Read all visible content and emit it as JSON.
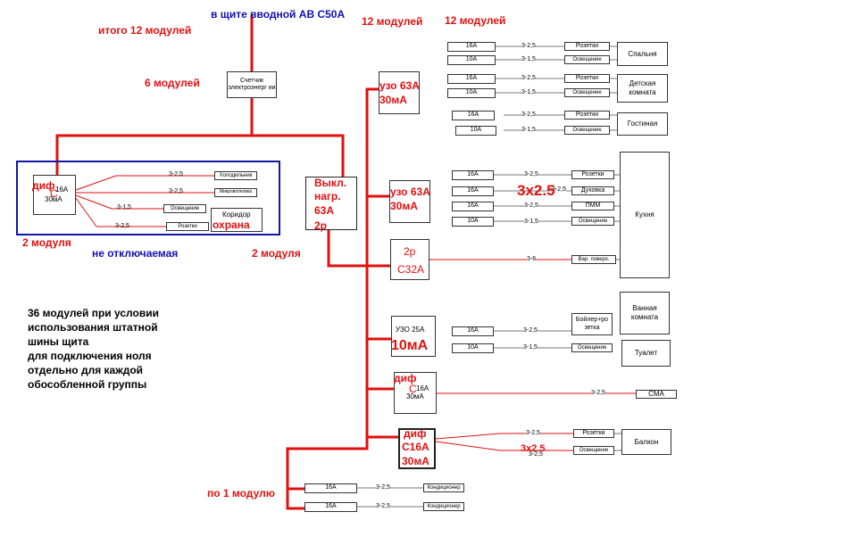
{
  "labels": {
    "vvod": "в щите вводной АВ С50А",
    "itogo": "итого 12 модулей",
    "mod12_a": "12 модулей",
    "mod12_b": "12 модулей",
    "mod6": "6 модулей",
    "mod2_left": "2 модуля",
    "ne_otkl": "не отключаемая",
    "mod2_mid": "2 модуля",
    "po1": "по 1 модулю",
    "note": "36 модулей при условии\nиспользования штатной\nшины щита\nдля подключения ноля\nотдельно для каждой\nобособленной группы"
  },
  "meter": "Счетчик электроэнерг ии",
  "left_group": {
    "dif": "диф",
    "c": "С",
    "rating": "16А",
    "ma": "30мА",
    "lines": [
      {
        "sec": "3-2,5",
        "load": "Холодильник"
      },
      {
        "sec": "3-2,5",
        "load": "Микроволновка"
      },
      {
        "sec": "3-1,5",
        "load": "Освещение"
      },
      {
        "sec": "3-2,5",
        "load": "Розетки"
      }
    ],
    "koridor": "Коридор",
    "ohrana": "охрана"
  },
  "switch": {
    "line1": "Выкл.",
    "line2": "нагр.",
    "line3": "63А",
    "line4": "2р"
  },
  "uzo1": {
    "line1": "узо 63А",
    "line2": "30мА"
  },
  "uzo2": {
    "line1": "узо 63А",
    "line2": "30мА"
  },
  "c32": {
    "line1": "2р",
    "line2": "С32А"
  },
  "uzo25": {
    "line1": "УЗО 25А",
    "line2": "10мА"
  },
  "dif_cma": {
    "dif": "диф",
    "c": "С",
    "rating": "16А",
    "ma": "30мА"
  },
  "dif_balk": {
    "dif": "диф",
    "line2": "С16А",
    "line3": "30мА"
  },
  "bedrooms": [
    {
      "breaker": "16А",
      "sec": "3-2,5",
      "load": "Розетки"
    },
    {
      "breaker": "10А",
      "sec": "3-1,5",
      "load": "Освещение"
    },
    {
      "breaker": "16А",
      "sec": "3-2,5",
      "load": "Розетки"
    },
    {
      "breaker": "10А",
      "sec": "3-1,5",
      "load": "Освещение"
    },
    {
      "breaker": "16А",
      "sec": "3-2,5",
      "load": "Розетки"
    },
    {
      "breaker": "10А",
      "sec": "3-1,5",
      "load": "Освещение"
    }
  ],
  "rooms": {
    "spalnya": "Спальня",
    "detskaya": "Детская комната",
    "gostinaya": "Гостиная",
    "kuhnya": "Кухня",
    "vannaya": "Ванная комната",
    "tualet": "Туалет",
    "balkon": "Балкон"
  },
  "kitchen": [
    {
      "breaker": "16А",
      "sec": "3-2,5",
      "load": "Розетки"
    },
    {
      "breaker": "16А",
      "sec": "3-2,5",
      "load": "Духовка"
    },
    {
      "breaker": "16А",
      "sec": "3-2,5",
      "load": "ПММ"
    },
    {
      "breaker": "10А",
      "sec": "3-1,5",
      "load": "Освещение"
    }
  ],
  "kitchen_note": "3х2.5",
  "stove": {
    "sec": "3-6",
    "load": "Вар. поверх."
  },
  "bath": [
    {
      "breaker": "16А",
      "sec": "3-2,5",
      "load": "Бойлер+ро зетка"
    },
    {
      "breaker": "10А",
      "sec": "3-1,5",
      "load": "Освещение"
    }
  ],
  "cma": {
    "sec": "3-2,5",
    "load": "СМА"
  },
  "balk_lines": [
    {
      "sec": "3-2,5",
      "load": "Розетки"
    },
    {
      "sec": "3-2,5",
      "load": "Освещение"
    }
  ],
  "balk_note": "3х2.5",
  "cond": [
    {
      "breaker": "16А",
      "sec": "3-2,5",
      "load": "Кондиционер"
    },
    {
      "breaker": "16А",
      "sec": "3-2,5",
      "load": "Кондиционер"
    }
  ]
}
